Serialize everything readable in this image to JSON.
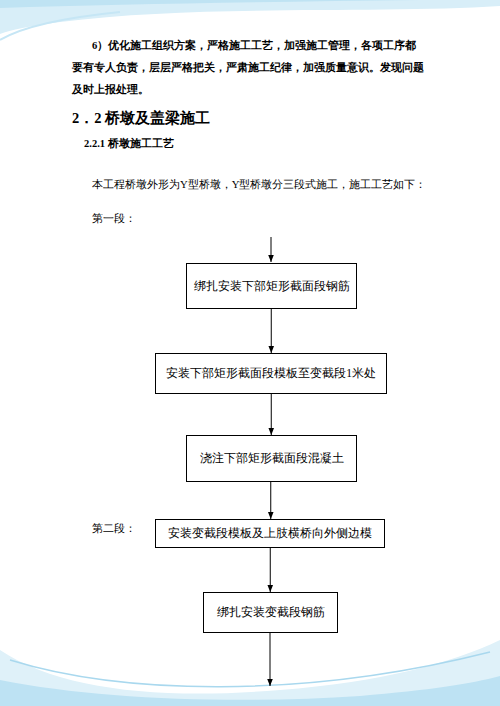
{
  "diagram": {
    "nodes": [
      {
        "text": [
          "绑扎安装下部矩形截面段钢筋"
        ]
      },
      {
        "text": [
          "安装下部矩形截面段模板至变截段1米处"
        ]
      },
      {
        "text": [
          "浇注下部矩形截面段混凝土"
        ]
      },
      {
        "text": [
          "安装变截段模板及上肢横桥向外侧边模"
        ]
      },
      {
        "text": [
          "绑扎安装变截段钢筋"
        ]
      }
    ],
    "edges": [
      {
        "from": 0,
        "to": 1,
        "arrow": "to"
      },
      {
        "from": 1,
        "to": 2,
        "arrow": "to"
      },
      {
        "from": 2,
        "to": 3,
        "arrow": "to"
      },
      {
        "from": 3,
        "to": 4,
        "arrow": "to"
      }
    ],
    "labels": [
      "6）优化施工组织方案，严格施工工艺，加强施工管理，各项工序都要有专人负责，层层严格把关，严肃施工纪律，加强质量意识。发现问题及时上报处理。",
      "2．2 桥墩及盖梁施工",
      "2.2.1 桥墩施工工艺",
      "本工程桥墩外形为Y型桥墩，Y型桥墩分三段式施工，施工工艺如下：",
      "第一段：",
      "第二段："
    ]
  }
}
